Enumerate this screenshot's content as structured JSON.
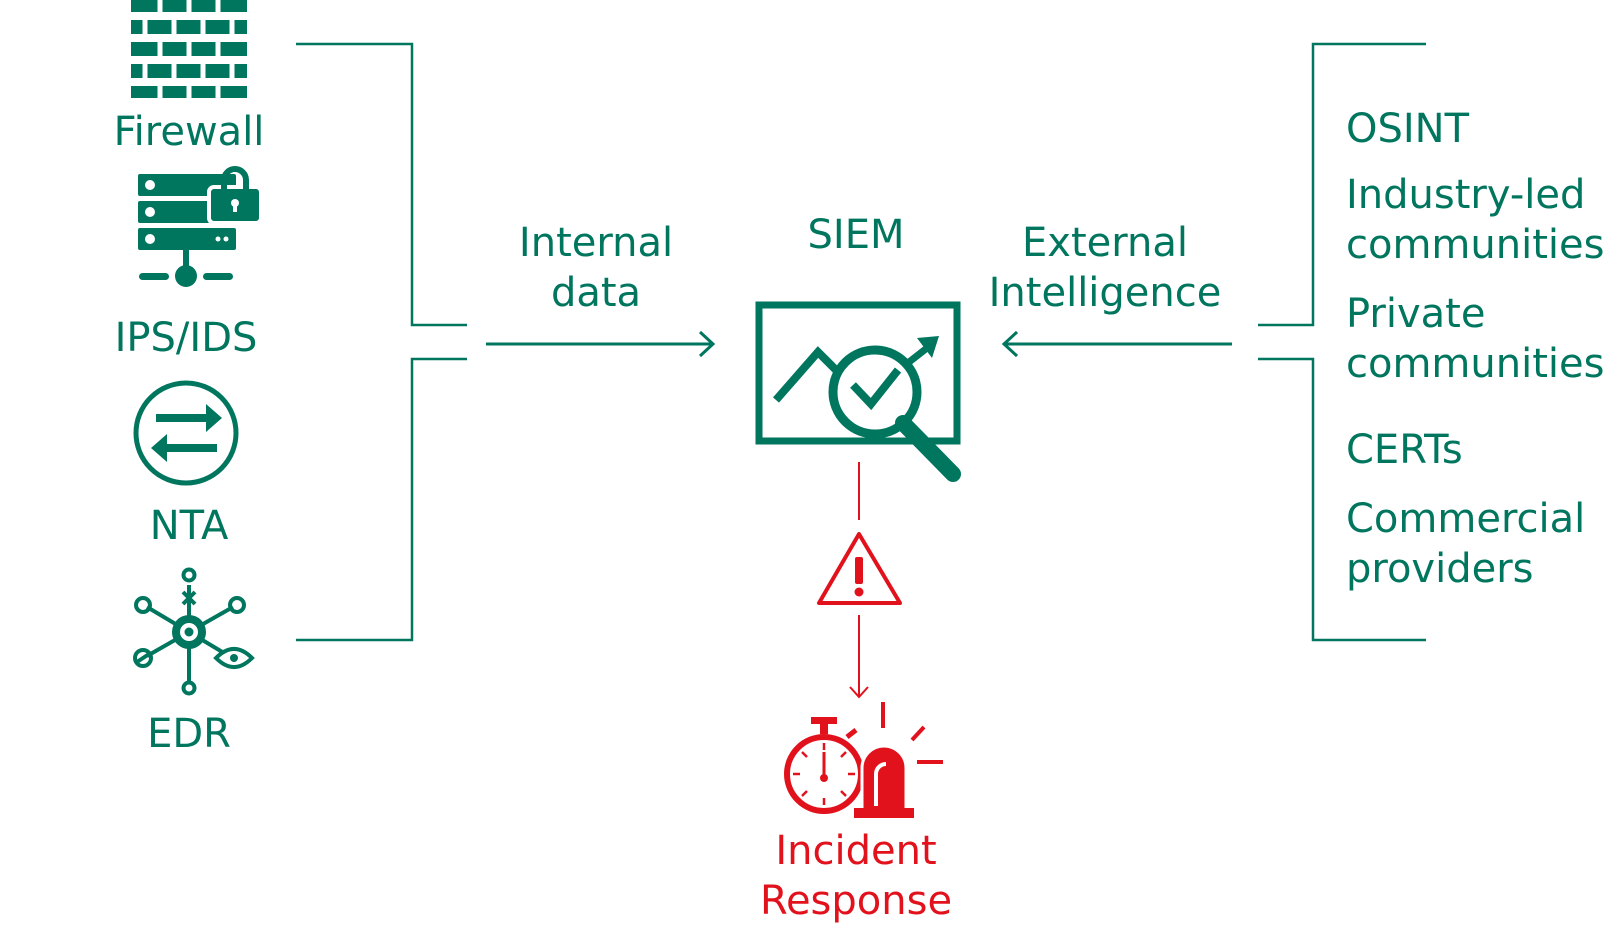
{
  "colors": {
    "green": "#00765f",
    "red": "#e2121d"
  },
  "sources": [
    {
      "label": "Firewall",
      "icon": "firewall-icon"
    },
    {
      "label": "IPS/IDS",
      "icon": "server-lock-icon"
    },
    {
      "label": "NTA",
      "icon": "exchange-arrows-icon"
    },
    {
      "label": "EDR",
      "icon": "endpoint-network-icon"
    }
  ],
  "internal": {
    "line1": "Internal",
    "line2": "data"
  },
  "siem": {
    "label": "SIEM",
    "icon": "monitor-magnifier-icon"
  },
  "external": {
    "line1": "External",
    "line2": "Intelligence"
  },
  "intel_sources": [
    {
      "line1": "OSINT",
      "line2": ""
    },
    {
      "line1": "Industry-led",
      "line2": "communities"
    },
    {
      "line1": "Private",
      "line2": "communities"
    },
    {
      "line1": "CERTs",
      "line2": ""
    },
    {
      "line1": "Commercial",
      "line2": "providers"
    }
  ],
  "alert": {
    "icon": "warning-triangle-icon"
  },
  "incident": {
    "line1": "Incident",
    "line2": "Response",
    "icon": "stopwatch-alarm-icon"
  }
}
